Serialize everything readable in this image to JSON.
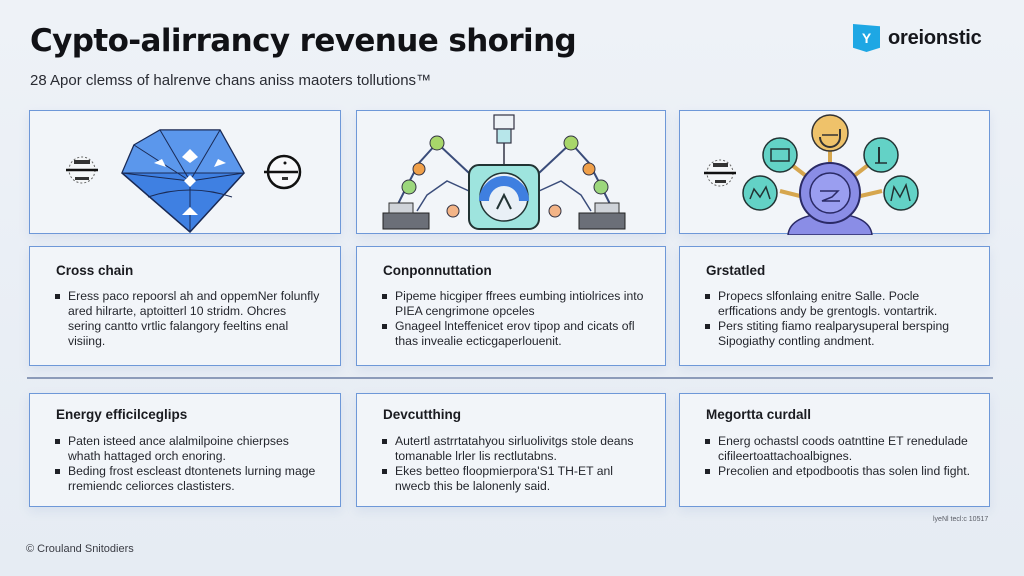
{
  "header": {
    "title": "Cypto-alirrancy revenue shoring",
    "subtitle": "28 Apor clemss of halrenve chans aniss maoters tollutions™"
  },
  "brand": {
    "logo_glyph": "Y",
    "name": "oreionstic",
    "color": "#1ea7e4"
  },
  "illustrations": [
    {
      "name": "diamond-gem",
      "icons": [
        "coin-left-icon",
        "diamond-icon",
        "globe-icon"
      ]
    },
    {
      "name": "robot-network",
      "icons": [
        "robot-hub-icon"
      ]
    },
    {
      "name": "node-hub",
      "icons": [
        "coin-left-icon",
        "hub-network-icon"
      ]
    }
  ],
  "cards_row1": [
    {
      "title": "Cross chain",
      "bullets": [
        "Eress paco repoorsl ah and oppemNer folunfly ared hilrarte, aptoitterl 10 stridm. Ohcres sering cantto vrtlic falangory feeltins enal visiing."
      ]
    },
    {
      "title": "Conponnuttation",
      "bullets": [
        "Pipeme hicgiper ffrees eumbing intiolrices into PIEA cengrimone opceles",
        "Gnageel lnteffenicet erov tipop and cicats ofl thas invealie ecticgaperlouenit."
      ]
    },
    {
      "title": "Grstatled",
      "bullets": [
        "Propecs slfonlaing enitre Salle. Pocle erffications andy be grentogls. vontartrik.",
        "Pers stiting fiamo realparysuperal bersping Sipogiathy contling andment."
      ]
    }
  ],
  "cards_row2": [
    {
      "title": "Energy efficilceglips",
      "bullets": [
        "Paten isteed ance alalmilpoine chierpses whath hattaged orch enoring.",
        "Beding frost escleast dtontenets lurning mage rremiendc celiorces clastisters."
      ]
    },
    {
      "title": "Devcutthing",
      "bullets": [
        "Autertl astrrtatahyou sirluolivitgs stole deans tomanable lrler lis rectlutabns.",
        "Ekes betteo floopmierpora'S1 TH-ET anl nwecb this be lalonenly said."
      ]
    },
    {
      "title": "Megortta curdall",
      "bullets": [
        "Energ ochastsl coods oatnttine ET renedulade cifileertoattachoalbignes.",
        "Precolien and etpodbootis thas solen lind fight."
      ]
    }
  ],
  "footer": {
    "left": "© Crouland Snitodiers",
    "right": "lyeNl tecl:c 10517"
  },
  "colors": {
    "card_border": "#6e98d8",
    "card_bg": "#f2f5f9",
    "gem_blue": "#3f7fe0",
    "teal": "#5ccfc4",
    "purple": "#7c7ee0",
    "gold": "#e8b95a"
  }
}
